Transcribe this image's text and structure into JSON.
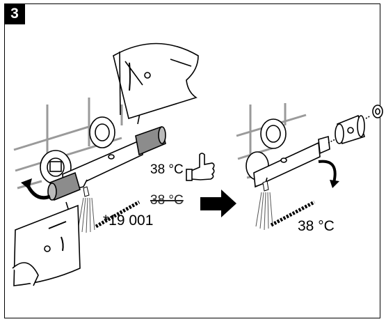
{
  "step_number": "3",
  "labels": {
    "temp_set_ok": "38 °C",
    "temp_set_wrong": "38 °C",
    "temp_result": "38 °C",
    "part_number": "*19 001"
  },
  "icons": [
    "thumbs-up-icon",
    "arrow-right-icon",
    "rotate-arrow-icon"
  ],
  "colors": {
    "line": "#000000",
    "highlight": "#888888",
    "background": "#ffffff"
  }
}
